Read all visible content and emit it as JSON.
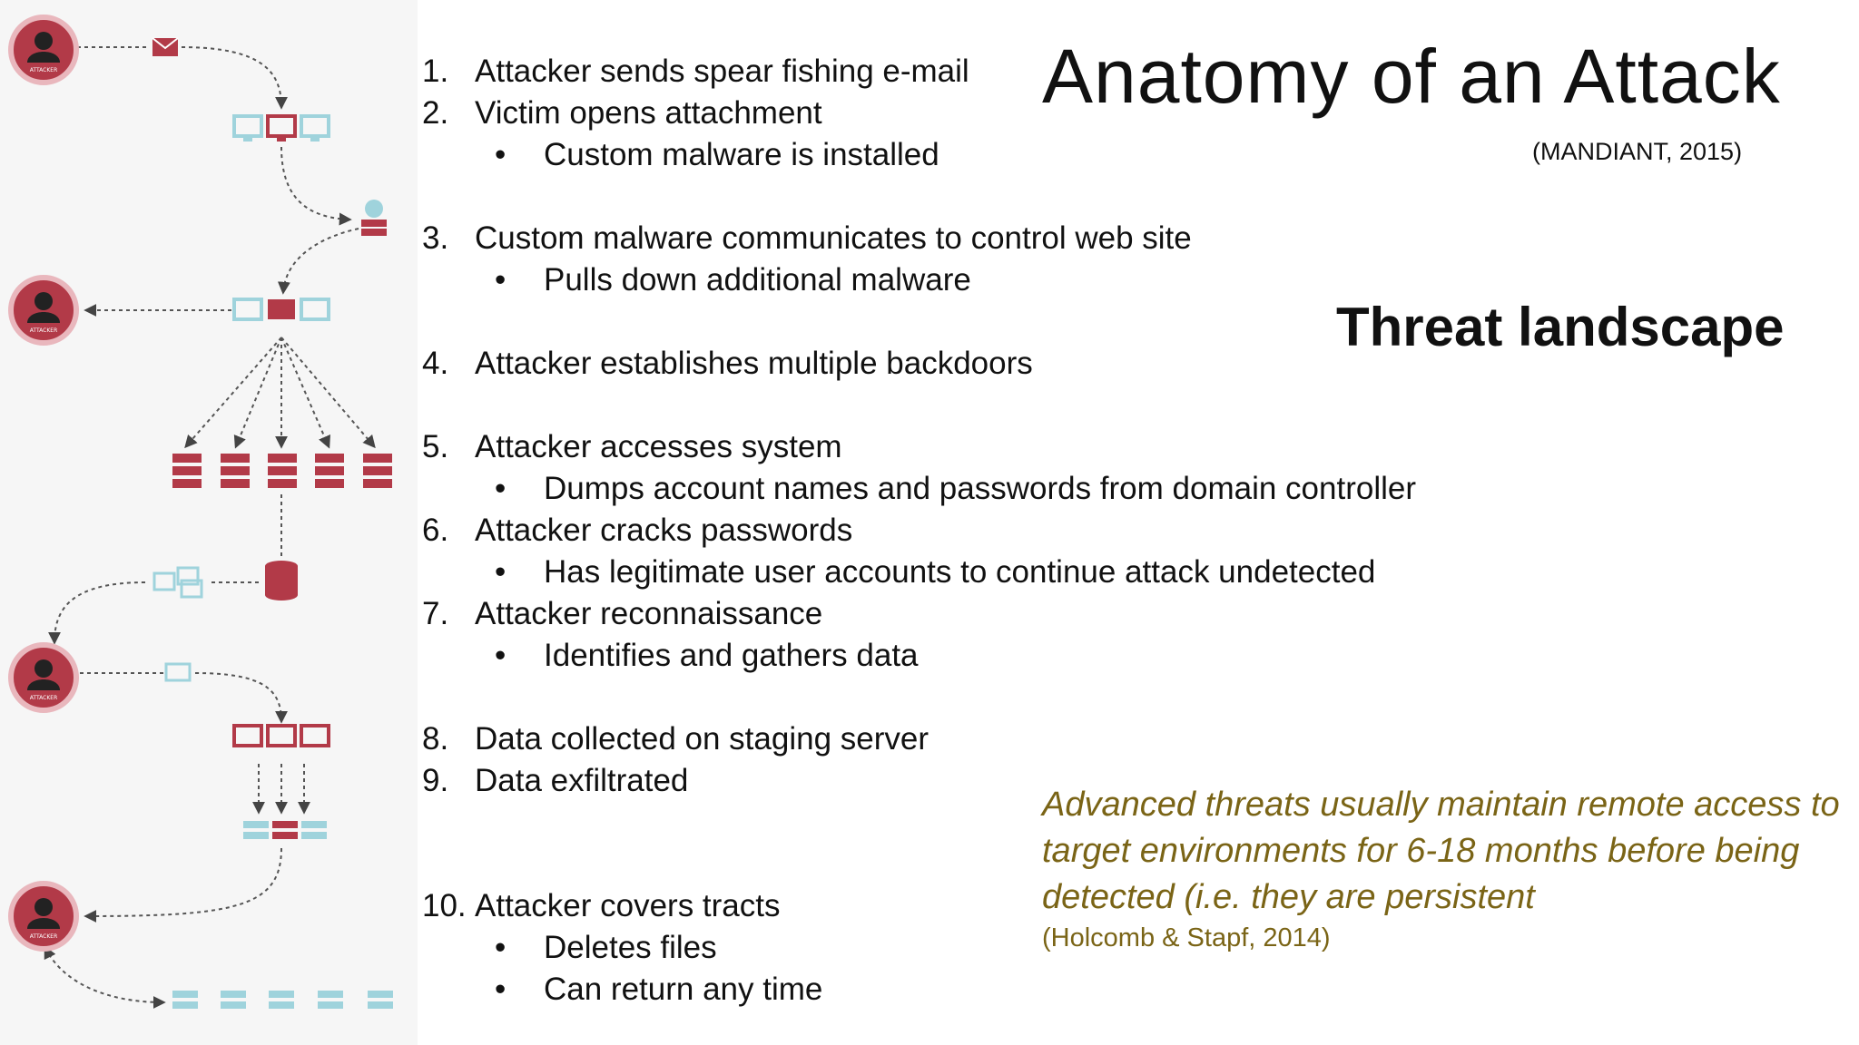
{
  "title": "Anatomy of an Attack",
  "title_citation": "(MANDIANT, 2015)",
  "subtitle": "Threat landscape",
  "steps": [
    {
      "num": "1.",
      "text": "Attacker sends spear fishing e-mail"
    },
    {
      "num": "2.",
      "text": "Victim opens attachment",
      "subs": [
        "Custom malware is installed"
      ]
    },
    {
      "num": "3.",
      "text": "Custom malware communicates to control web site",
      "subs": [
        "Pulls down additional malware"
      ]
    },
    {
      "num": "4.",
      "text": "Attacker establishes multiple backdoors"
    },
    {
      "num": "5.",
      "text": "Attacker accesses system",
      "subs": [
        "Dumps account names and passwords from domain controller"
      ]
    },
    {
      "num": "6.",
      "text": "Attacker cracks passwords",
      "subs": [
        "Has legitimate user accounts to continue attack undetected"
      ]
    },
    {
      "num": "7.",
      "text": "Attacker reconnaissance",
      "subs": [
        "Identifies and gathers data"
      ]
    },
    {
      "num": "8.",
      "text": "Data collected on staging server"
    },
    {
      "num": "9.",
      "text": "Data exfiltrated"
    },
    {
      "num": "10.",
      "text": "Attacker covers tracts",
      "subs": [
        "Deletes files",
        "Can return any time"
      ]
    }
  ],
  "bullet": "•",
  "note": "Advanced threats usually maintain remote access to target environments for 6-18 months before being detected (i.e. they are persistent",
  "note_citation": "(Holcomb & Stapf, 2014)",
  "attacker_badge": "ATTACKER",
  "colors": {
    "attacker": "#b23a48",
    "computer": "#9fd3dc",
    "server": "#b23a48",
    "note": "#7a6416",
    "arrow": "#555555"
  },
  "icons": [
    "attacker-icon",
    "envelope-icon",
    "computer-icon",
    "globe-server-icon",
    "server-icon",
    "database-icon",
    "document-icon"
  ]
}
